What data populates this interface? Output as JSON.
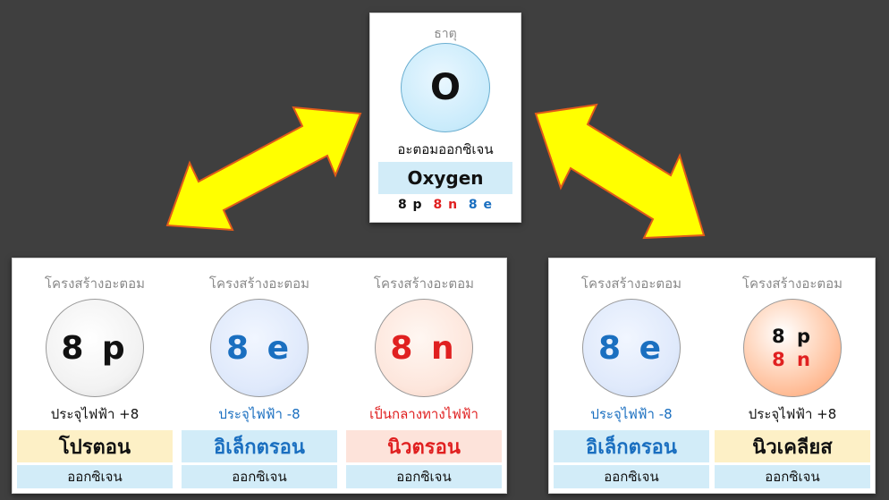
{
  "colors": {
    "background": "#3f3f3f",
    "arrow_fill": "#ffff00",
    "arrow_stroke": "#e05a1a",
    "proton_text": "#111111",
    "electron_text": "#1a6fc0",
    "neutron_text": "#e02020"
  },
  "element_card": {
    "category": "ธาตุ",
    "symbol": "O",
    "thai_name": "อะตอมออกซิเจน",
    "name": "Oxygen",
    "composition": [
      {
        "text": "8 p",
        "color": "#111111"
      },
      {
        "text": "8 n",
        "color": "#e02020"
      },
      {
        "text": "8 e",
        "color": "#1a6fc0"
      }
    ]
  },
  "left_group": [
    {
      "heading": "โครงสร้างอะตอม",
      "lines": [
        {
          "text": "8 p",
          "color": "#111111"
        }
      ],
      "charge": "ประจุไฟฟ้า +8",
      "charge_color": "#111111",
      "particle_name": "โปรตอน",
      "particle_color": "#111111",
      "element": "ออกซิเจน"
    },
    {
      "heading": "โครงสร้างอะตอม",
      "lines": [
        {
          "text": "8 e",
          "color": "#1a6fc0"
        }
      ],
      "charge": "ประจุไฟฟ้า -8",
      "charge_color": "#1a6fc0",
      "particle_name": "อิเล็กตรอน",
      "particle_color": "#1a6fc0",
      "element": "ออกซิเจน"
    },
    {
      "heading": "โครงสร้างอะตอม",
      "lines": [
        {
          "text": "8 n",
          "color": "#e02020"
        }
      ],
      "charge": "เป็นกลางทางไฟฟ้า",
      "charge_color": "#e02020",
      "particle_name": "นิวตรอน",
      "particle_color": "#e02020",
      "element": "ออกซิเจน"
    }
  ],
  "right_group": [
    {
      "heading": "โครงสร้างอะตอม",
      "lines": [
        {
          "text": "8 e",
          "color": "#1a6fc0"
        }
      ],
      "charge": "ประจุไฟฟ้า -8",
      "charge_color": "#1a6fc0",
      "particle_name": "อิเล็กตรอน",
      "particle_color": "#1a6fc0",
      "element": "ออกซิเจน"
    },
    {
      "heading": "โครงสร้างอะตอม",
      "lines": [
        {
          "text": "8 p",
          "color": "#111111"
        },
        {
          "text": "8 n",
          "color": "#e02020"
        }
      ],
      "charge": "ประจุไฟฟ้า +8",
      "charge_color": "#111111",
      "particle_name": "นิวเคลียส",
      "particle_color": "#111111",
      "element": "ออกซิเจน"
    }
  ]
}
